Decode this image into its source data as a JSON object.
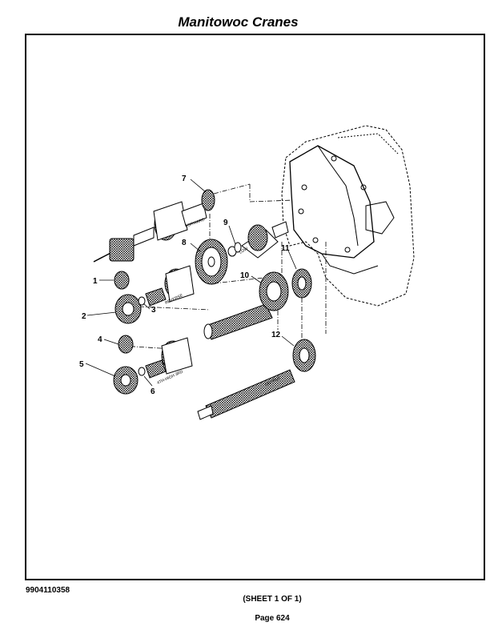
{
  "header": {
    "title": "Manitowoc Cranes"
  },
  "figure": {
    "callouts": [
      "1",
      "2",
      "3",
      "4",
      "5",
      "6",
      "7",
      "8",
      "9",
      "10",
      "11",
      "12"
    ]
  },
  "footer": {
    "doc_number": "9904110358",
    "sheet": "(SHEET 1 OF 1)",
    "page": "Page 624"
  }
}
